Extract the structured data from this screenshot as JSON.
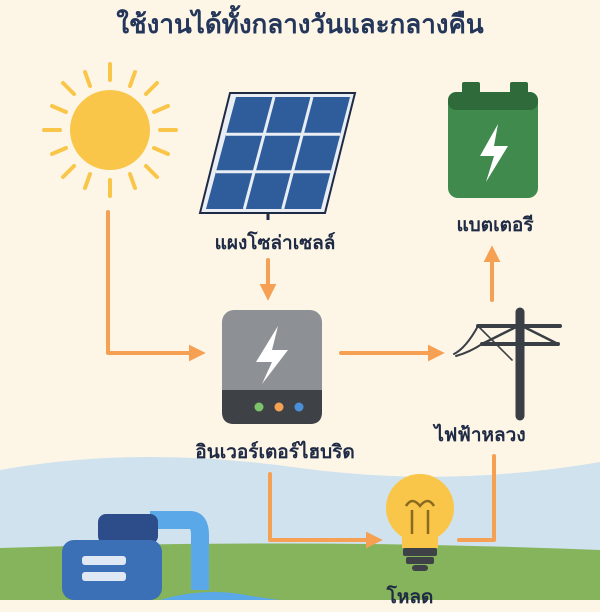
{
  "title": "ใช้งานได้ทั้งกลางวันและกลางคืน",
  "labels": {
    "solar_panel": "แผงโซล่าเซลล์",
    "battery": "แบตเตอรี",
    "inverter": "อินเวอร์เตอร์ไฮบริด",
    "grid": "ไฟฟ้าหลวง",
    "load": "โหลด"
  },
  "icons": [
    "sun-icon",
    "solar-panel-icon",
    "battery-icon",
    "inverter-icon",
    "power-pole-icon",
    "light-bulb-icon",
    "water-pump-icon"
  ],
  "colors": {
    "arrow": "#f5a053",
    "sun": "#f9c64a",
    "panel": "#2f5d9c",
    "battery": "#3f8a4c",
    "inverter": "#8d9196",
    "background": "#fdf6e7",
    "grass": "#86b45c",
    "sky": "#cfe2ee"
  }
}
